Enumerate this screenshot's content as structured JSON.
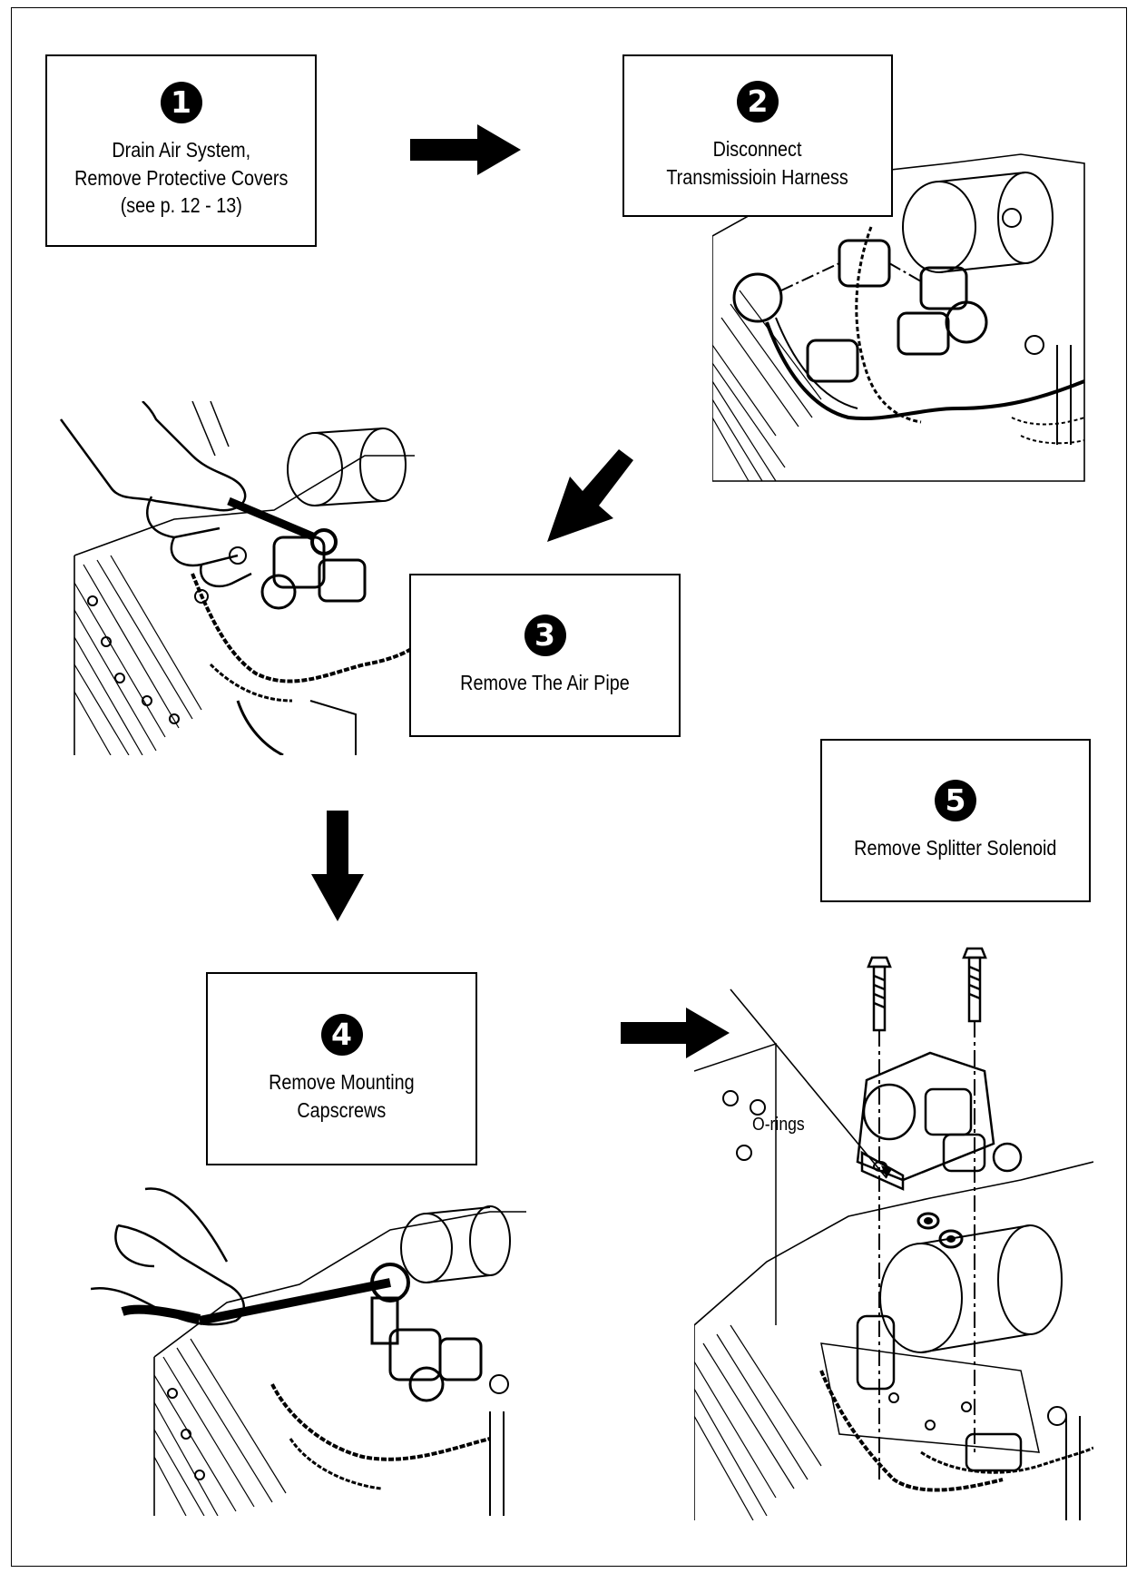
{
  "steps": [
    {
      "number": "1",
      "lines": [
        "Drain Air System,",
        "Remove Protective Covers",
        "(see p. 12 - 13)"
      ]
    },
    {
      "number": "2",
      "lines": [
        "Disconnect",
        "Transmissioin Harness"
      ]
    },
    {
      "number": "3",
      "lines": [
        "Remove The Air Pipe"
      ]
    },
    {
      "number": "4",
      "lines": [
        "Remove Mounting",
        "Capscrews"
      ]
    },
    {
      "number": "5",
      "lines": [
        "Remove Splitter Solenoid"
      ]
    }
  ],
  "callouts": {
    "o_rings": "O-rings"
  },
  "icons": {
    "arrow": "arrow-icon",
    "wrench": "wrench-icon",
    "capscrew": "capscrew-icon",
    "o-ring": "o-ring-icon"
  }
}
